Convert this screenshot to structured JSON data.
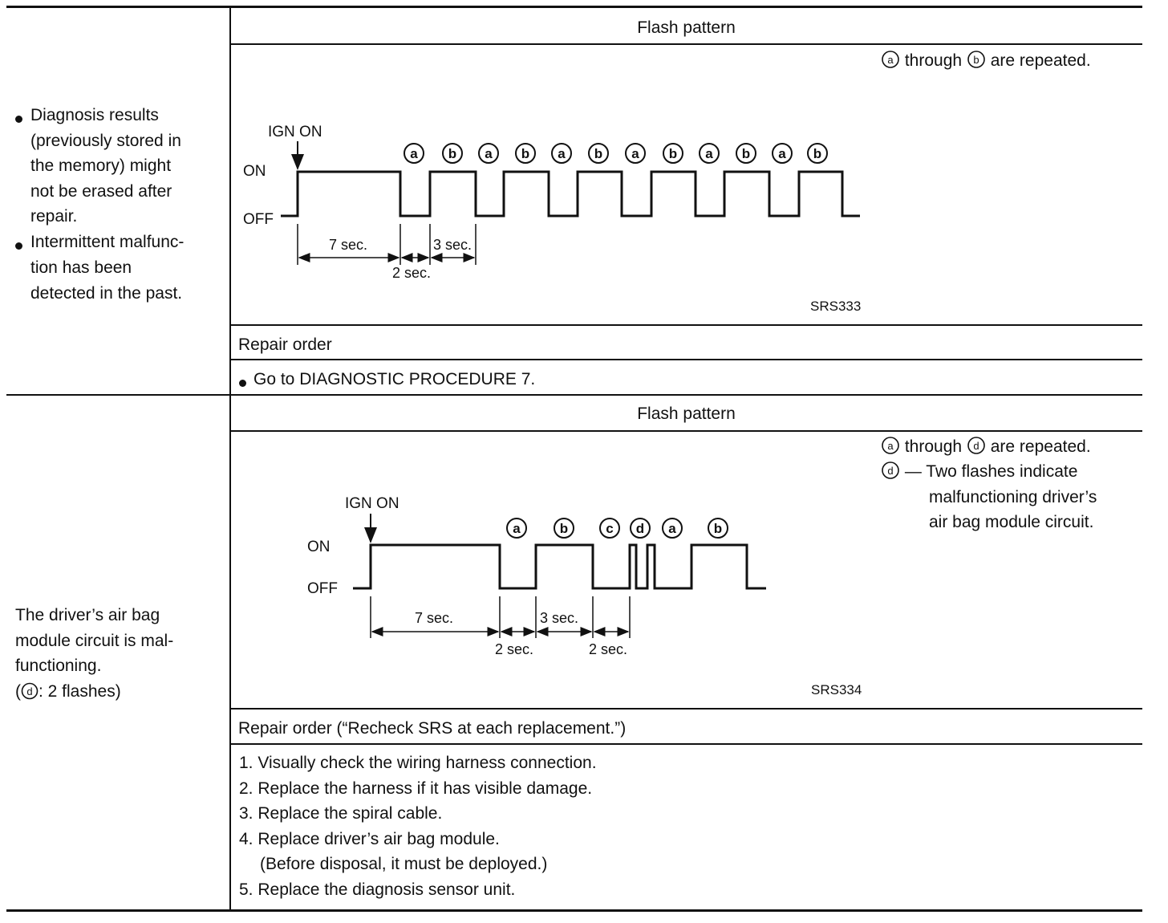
{
  "table": {
    "rows": [
      {
        "condition": {
          "bullets": [
            [
              "Diagnosis results",
              "(previously stored in",
              "the memory) might",
              "not be erased after",
              "repair."
            ],
            [
              "Intermittent malfunc-",
              "tion has been",
              "detected in the past."
            ]
          ]
        },
        "flash_pattern_header": "Flash pattern",
        "note_lines": [
          {
            "prefix": "a",
            "mid": " through ",
            "suffix_letter": "b",
            "rest": " are repeated."
          }
        ],
        "diagram": {
          "ign_on": "IGN ON",
          "on_label": "ON",
          "off_label": "OFF",
          "sequence": [
            "a",
            "b",
            "a",
            "b",
            "a",
            "b",
            "a",
            "b",
            "a",
            "b",
            "a",
            "b"
          ],
          "timing": [
            "7 sec.",
            "3 sec.",
            "2 sec."
          ],
          "figure_id": "SRS333"
        },
        "repair_header": "Repair order",
        "repair_items": [
          "Go to DIAGNOSTIC PROCEDURE 7."
        ]
      },
      {
        "condition": {
          "lines": [
            "The driver’s air bag",
            "module circuit is mal-",
            "functioning."
          ],
          "flash_note_pre": "(",
          "flash_note_letter": "d",
          "flash_note_post": ": 2 flashes)"
        },
        "flash_pattern_header": "Flash pattern",
        "note_line1": {
          "prefix": "a",
          "mid": " through ",
          "suffix_letter": "d",
          "rest": " are repeated."
        },
        "note_line2": {
          "letter": "d",
          "text": " — Two flashes indicate"
        },
        "note_cont": [
          "malfunctioning driver’s",
          "air bag module circuit."
        ],
        "diagram": {
          "ign_on": "IGN ON",
          "on_label": "ON",
          "off_label": "OFF",
          "sequence": [
            "a",
            "b",
            "c",
            "d",
            "a",
            "b"
          ],
          "timing": [
            "7 sec.",
            "3 sec.",
            "2 sec.",
            "2 sec."
          ],
          "figure_id": "SRS334"
        },
        "repair_header": "Repair order (“Recheck SRS at each replacement.”)",
        "repair_items": [
          "1. Visually check the wiring harness connection.",
          "2. Replace the harness if it has visible damage.",
          "3. Replace the spiral cable.",
          "4. Replace driver’s air bag module.",
          "(Before disposal, it must be deployed.)",
          "5. Replace the diagnosis sensor unit."
        ]
      }
    ]
  }
}
